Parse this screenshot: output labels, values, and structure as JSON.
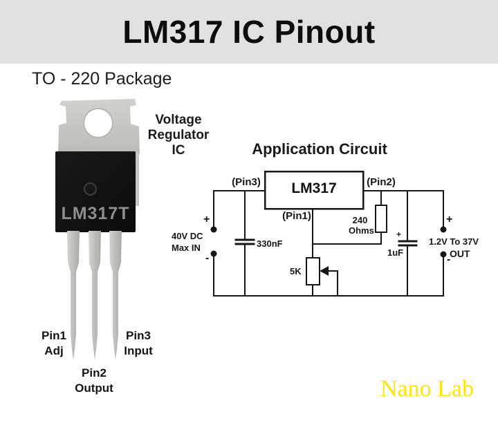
{
  "banner": {
    "title": "LM317 IC Pinout",
    "bg_color": "#e1e1e0"
  },
  "package": {
    "section_title": "TO - 220 Package",
    "chip_marking": "LM317T",
    "annotation_lines": [
      "Voltage",
      "Regulator",
      "IC"
    ],
    "pins": [
      {
        "name": "Pin1",
        "function": "Adj"
      },
      {
        "name": "Pin2",
        "function": "Output"
      },
      {
        "name": "Pin3",
        "function": "Input"
      }
    ]
  },
  "circuit": {
    "title": "Application Circuit",
    "ic_label": "LM317",
    "pin_refs": {
      "pin3": "(Pin3)",
      "pin2": "(Pin2)",
      "pin1": "(Pin1)"
    },
    "components": {
      "input_capacitor": "330nF",
      "resistor_value": "240",
      "resistor_unit": "Ohms",
      "potentiometer": "5K",
      "output_capacitor": "1uF",
      "output_capacitor_polarity": "+"
    },
    "input": {
      "plus": "+",
      "line1": "40V DC",
      "line2": "Max IN",
      "minus": "-"
    },
    "output": {
      "plus": "+",
      "line1": "1.2V To 37V",
      "line2": "OUT",
      "minus": "-"
    }
  },
  "watermark": {
    "text": "Nano Lab",
    "color": "#ffe50c"
  }
}
